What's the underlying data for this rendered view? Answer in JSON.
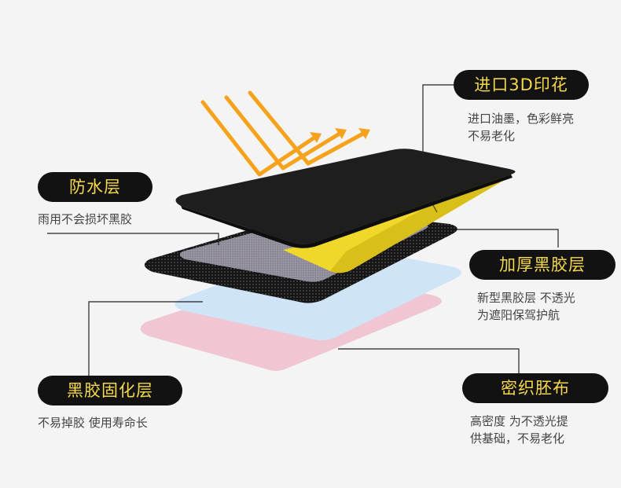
{
  "layers": {
    "print": {
      "title": "进口3D印花",
      "desc_line1": "进口油墨，色彩鲜亮",
      "desc_line2": "不易老化"
    },
    "waterproof": {
      "title": "防水层",
      "desc": "雨用不会损坏黑胶"
    },
    "thick_glue": {
      "title": "加厚黑胶层",
      "desc_line1": "新型黑胶层 不透光",
      "desc_line2": "为遮阳保驾护航"
    },
    "glue_fix": {
      "title": "黑胶固化层",
      "desc": "不易掉胶 使用寿命长"
    },
    "dense_fabric": {
      "title": "密织胚布",
      "desc_line1": "高密度 为不透光提",
      "desc_line2": "供基础，不易老化"
    }
  },
  "colors": {
    "pill_bg": "#121212",
    "pill_text": "#f5d84a",
    "top_layer": "#1e1e1e",
    "yellow_edge": "#f0d82a",
    "arrow_orange": "#f6a21c",
    "blue_layer": "#cfe4f6",
    "pink_layer": "#f0c6d2",
    "grey_mesh": "#8c8896"
  }
}
